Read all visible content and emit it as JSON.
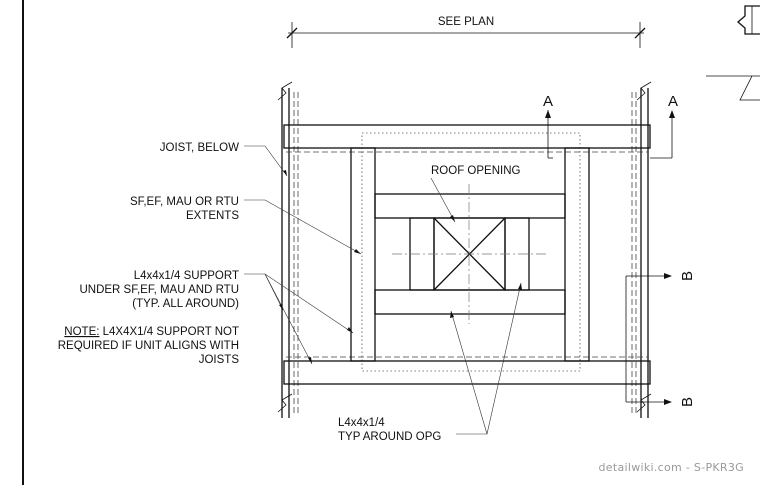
{
  "labels": {
    "see_plan": "SEE PLAN",
    "joist_below": "JOIST, BELOW",
    "extents_line1": "SF,EF, MAU OR RTU",
    "extents_line2": "EXTENTS",
    "support_line1": "L4x4x1/4 SUPPORT",
    "support_line2": "UNDER SF,EF, MAU AND RTU",
    "support_line3": "(TYP. ALL AROUND)",
    "note_prefix": "NOTE:",
    "note_line1_rest": " L4X4X1/4 SUPPORT NOT",
    "note_line2": "REQUIRED IF UNIT ALIGNS WITH",
    "note_line3": "JOISTS",
    "roof_opening": "ROOF OPENING",
    "angle_line1": "L4x4x1/4",
    "angle_line2": "TYP AROUND OPG"
  },
  "section_marks": {
    "a_left": "A",
    "a_right": "A",
    "b_top": "B",
    "b_bottom": "B"
  },
  "watermark": "detailwiki.com - S-PKR3G"
}
